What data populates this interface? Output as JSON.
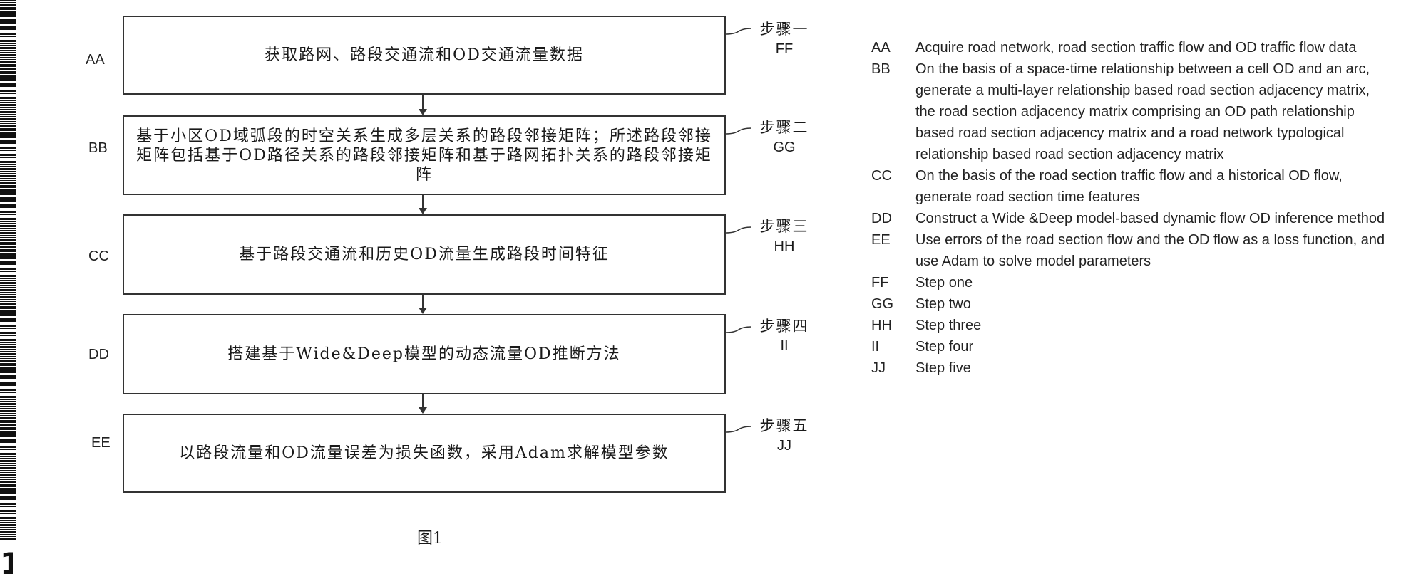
{
  "side_barcode": "barcode",
  "corner_mark": "1",
  "steps": [
    {
      "side_label": "AA",
      "text": "获取路网、路段交通流和OD交通流量数据",
      "step_cn": "步骤一",
      "step_code": "FF"
    },
    {
      "side_label": "BB",
      "text": "基于小区OD域弧段的时空关系生成多层关系的路段邻接矩阵；所述路段邻接矩阵包括基于OD路径关系的路段邻接矩阵和基于路网拓扑关系的路段邻接矩阵",
      "step_cn": "步骤二",
      "step_code": "GG"
    },
    {
      "side_label": "CC",
      "text": "基于路段交通流和历史OD流量生成路段时间特征",
      "step_cn": "步骤三",
      "step_code": "HH"
    },
    {
      "side_label": "DD",
      "text": "搭建基于Wide&Deep模型的动态流量OD推断方法",
      "step_cn": "步骤四",
      "step_code": "II"
    },
    {
      "side_label": "EE",
      "text": "以路段流量和OD流量误差为损失函数，采用Adam求解模型参数",
      "step_cn": "步骤五",
      "step_code": "JJ"
    }
  ],
  "figure_caption": "图1",
  "legend": [
    {
      "code": "AA",
      "text": "Acquire road network, road section traffic flow and OD traffic flow data"
    },
    {
      "code": "BB",
      "text": "On the basis of a space-time relationship between a cell OD and an arc, generate a multi-layer relationship based road section adjacency matrix, the road section adjacency matrix comprising an OD path relationship based road section adjacency matrix and a road network typological relationship based road section adjacency matrix"
    },
    {
      "code": "CC",
      "text": "On the basis of the road section traffic flow and a historical OD flow, generate road section time features"
    },
    {
      "code": "DD",
      "text": "Construct a Wide &Deep model-based dynamic flow OD inference method"
    },
    {
      "code": "EE",
      "text": "Use errors of the road section flow and the OD flow as a loss function, and use Adam to solve model parameters"
    },
    {
      "code": "FF",
      "text": "Step one"
    },
    {
      "code": "GG",
      "text": "Step two"
    },
    {
      "code": "HH",
      "text": "Step three"
    },
    {
      "code": "II",
      "text": "Step four"
    },
    {
      "code": "JJ",
      "text": "Step five"
    }
  ]
}
